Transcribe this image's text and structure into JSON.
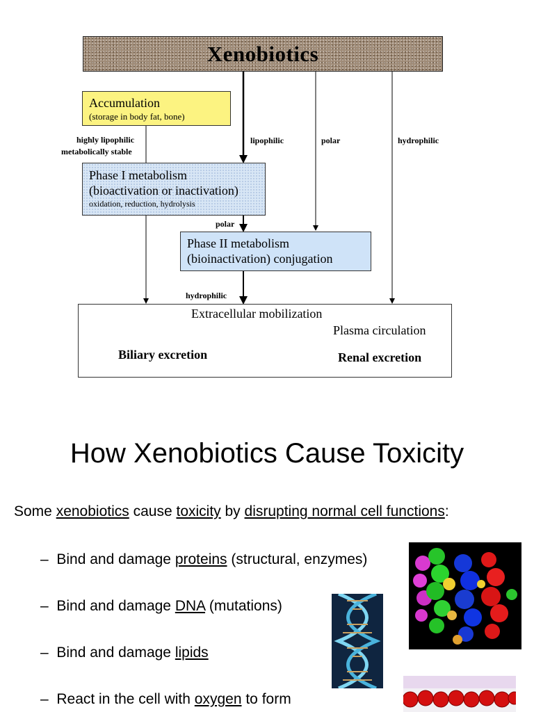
{
  "diagram": {
    "title": "Xenobiotics",
    "accumulation": {
      "title": "Accumulation",
      "subtitle": "(storage in body fat, bone)"
    },
    "labels": {
      "highly_lipophilic": "highly lipophilic",
      "metabolically_stable": "metabolically stable",
      "lipophilic": "lipophilic",
      "polar_top": "polar",
      "hydrophilic_top": "hydrophilic",
      "polar_mid": "polar",
      "hydrophilic_mid": "hydrophilic"
    },
    "phase1": {
      "line1": "Phase I metabolism",
      "line2": "(bioactivation or inactivation)",
      "subtitle": "oxidation, reduction, hydrolysis"
    },
    "phase2": {
      "line1": "Phase II metabolism",
      "line2": "(bioinactivation) conjugation"
    },
    "output": {
      "extracellular": "Extracellular mobilization",
      "plasma": "Plasma circulation",
      "biliary": "Biliary excretion",
      "renal": "Renal excretion"
    }
  },
  "slide": {
    "title": "How Xenobiotics Cause Toxicity",
    "intro": {
      "p1": "Some ",
      "u1": "xenobiotics",
      "p2": " cause ",
      "u2": "toxicity",
      "p3": " by ",
      "u3": "disrupting normal cell functions",
      "p4": ":"
    },
    "bullets": [
      {
        "dash": "–",
        "pre": "Bind and damage ",
        "u": "proteins",
        "post": " (structural, enzymes)"
      },
      {
        "dash": "–",
        "pre": "Bind and damage ",
        "u": "DNA",
        "post": " (mutations)"
      },
      {
        "dash": "–",
        "pre": "Bind and damage ",
        "u": "lipids",
        "post": ""
      },
      {
        "dash": "–",
        "pre": "React in the cell with ",
        "u": "oxygen",
        "post": " to form"
      }
    ]
  },
  "colors": {
    "accumulation_fill": "#fcf381",
    "phase_fill": "#cfe3f8",
    "title_texture": "#a08c78"
  }
}
